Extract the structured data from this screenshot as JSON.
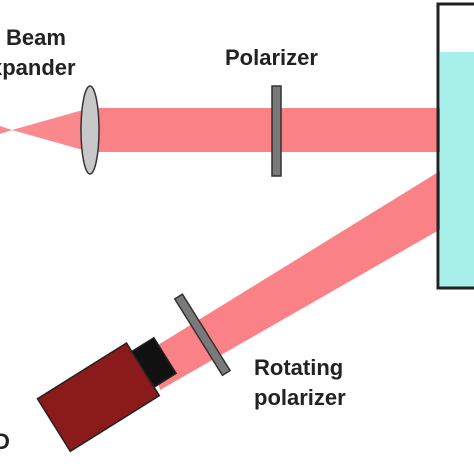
{
  "labels": {
    "beam": "Beam",
    "expander": "xpander",
    "polarizer": "Polarizer",
    "rotating": "Rotating",
    "rotating_polarizer": "polarizer",
    "edge_fragment": "D"
  },
  "colors": {
    "beam": "#f9747a",
    "polarizer": "#7a7a7a",
    "lens": "#c8c8c8",
    "cuvette_fill": "#a8f1ea",
    "camera_body": "#8b1a1a",
    "camera_lens": "#111111",
    "outline": "#222222"
  }
}
